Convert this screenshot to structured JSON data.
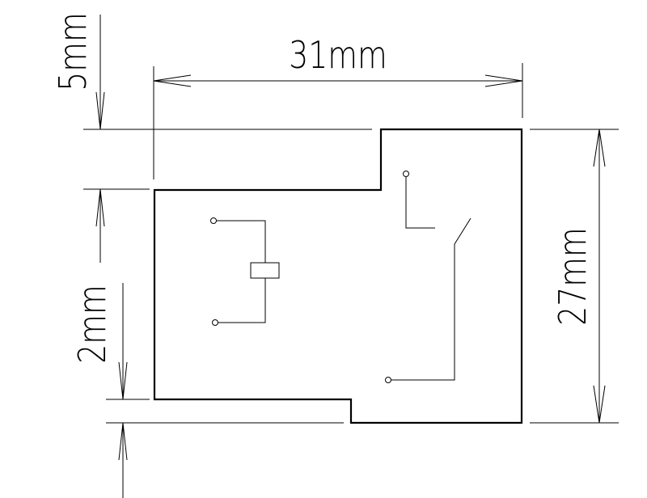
{
  "dimensions": {
    "width_label": "31mm",
    "height_label": "27mm",
    "top_step_label": "5mm",
    "bottom_step_label": "2mm"
  }
}
